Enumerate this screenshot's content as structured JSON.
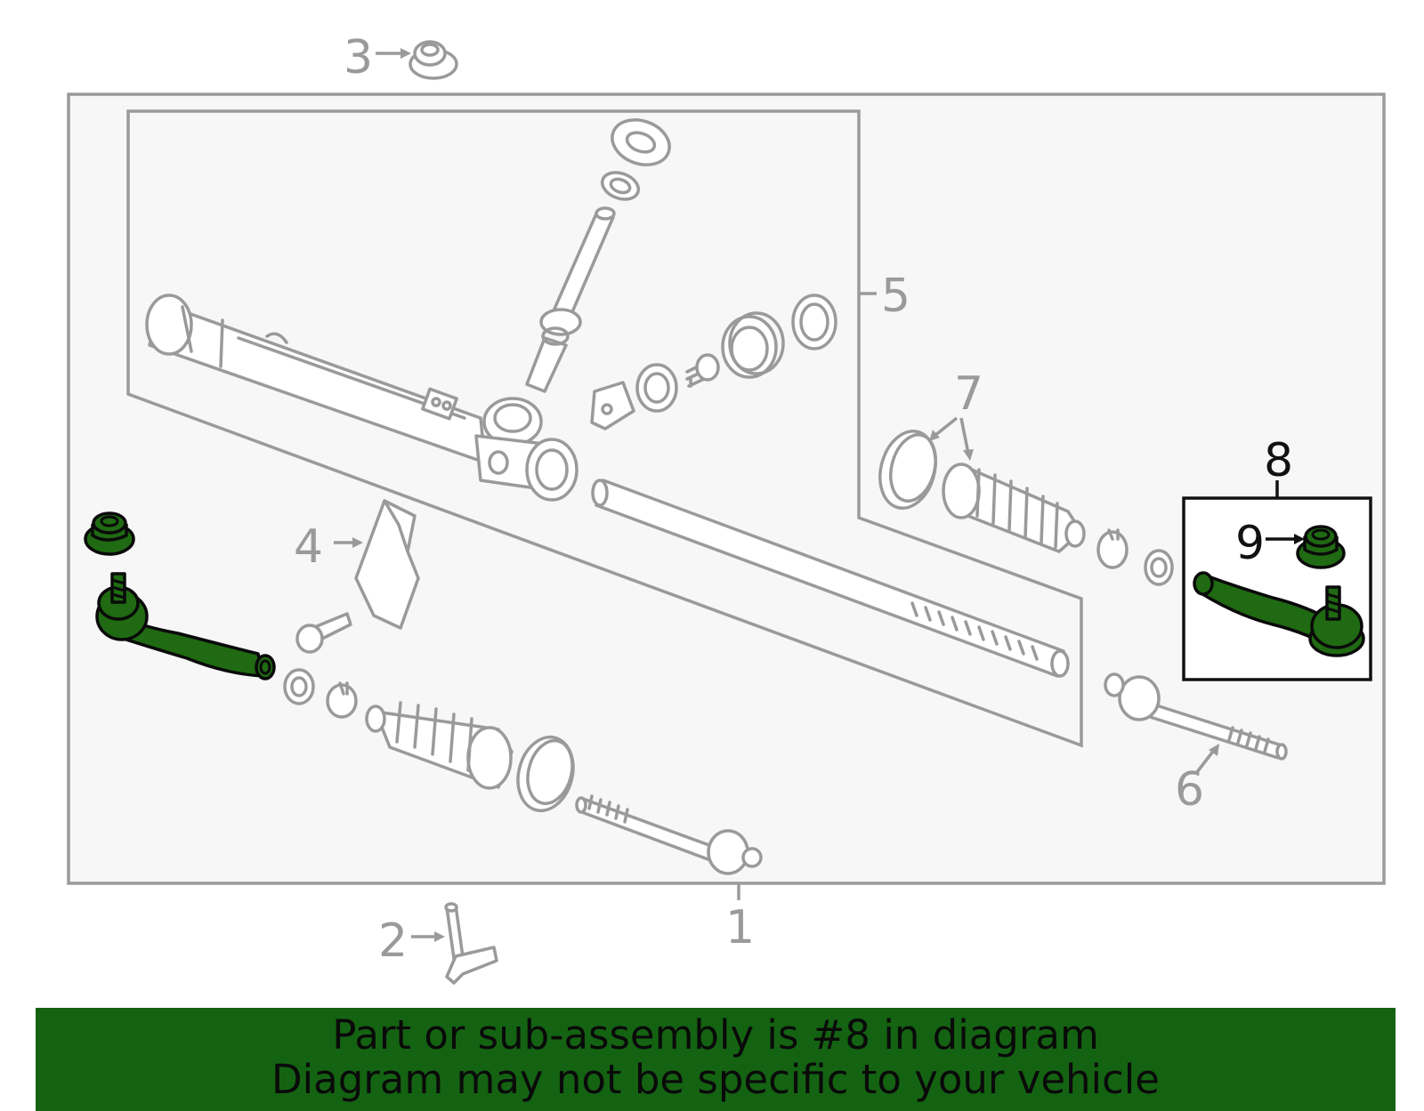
{
  "callouts": {
    "c1": "1",
    "c2": "2",
    "c3": "3",
    "c4": "4",
    "c5": "5",
    "c6": "6",
    "c7": "7",
    "c8": "8",
    "c9": "9"
  },
  "highlight_color": "#1f6a12",
  "banner": {
    "line1": "Part or sub-assembly is #8 in diagram",
    "line2": "Diagram may not be specific to your vehicle",
    "background": "#146312"
  }
}
